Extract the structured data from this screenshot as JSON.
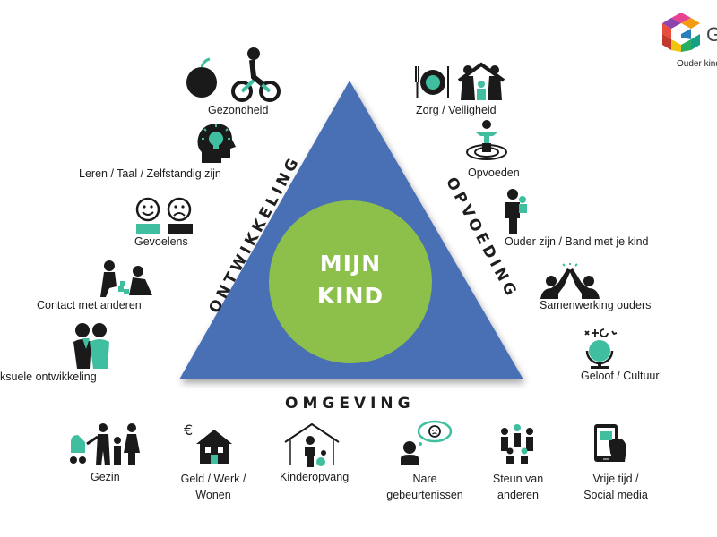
{
  "center": {
    "line1": "MIJN",
    "line2": "KIND"
  },
  "sides": {
    "left": "ONTWIKKELING",
    "right": "OPVOEDING",
    "bottom": "OMGEVING"
  },
  "brand": {
    "tagline": "Ouder kind",
    "letter": "G"
  },
  "left_items": [
    {
      "label": "Gezondheid",
      "icon": "health-bicycle-icon"
    },
    {
      "label": "Leren / Taal / Zelfstandig zijn",
      "icon": "head-lightbulb-icon"
    },
    {
      "label": "Gevoelens",
      "icon": "smiley-faces-icon"
    },
    {
      "label": "Contact met anderen",
      "icon": "children-playing-icon"
    },
    {
      "label": "ksuele ontwikkeling",
      "icon": "couple-icon"
    }
  ],
  "right_items": [
    {
      "label": "Zorg / Veiligheid",
      "icon": "family-house-icon"
    },
    {
      "label": "Opvoeden",
      "icon": "person-sitting-icon"
    },
    {
      "label": "Ouder zijn / Band met je kind",
      "icon": "parent-child-icon"
    },
    {
      "label": "Samenwerking ouders",
      "icon": "high-five-icon"
    },
    {
      "label": "Geloof / Cultuur",
      "icon": "globe-religions-icon"
    }
  ],
  "bottom_items": [
    {
      "label": "Gezin",
      "icon": "family-stroller-icon"
    },
    {
      "label1": "Geld / Werk /",
      "label2": "Wonen",
      "icon": "house-euro-icon"
    },
    {
      "label": "Kinderopvang",
      "icon": "daycare-icon"
    },
    {
      "label1": "Nare",
      "label2": "gebeurtenissen",
      "icon": "sad-thought-icon"
    },
    {
      "label1": "Steun van",
      "label2": "anderen",
      "icon": "group-support-icon"
    },
    {
      "label1": "Vrije tijd /",
      "label2": "Social media",
      "icon": "smartphone-icon"
    }
  ],
  "colors": {
    "triangle": "#4a6fb5",
    "circle": "#8cc04b",
    "accent": "#3fbf9f"
  }
}
